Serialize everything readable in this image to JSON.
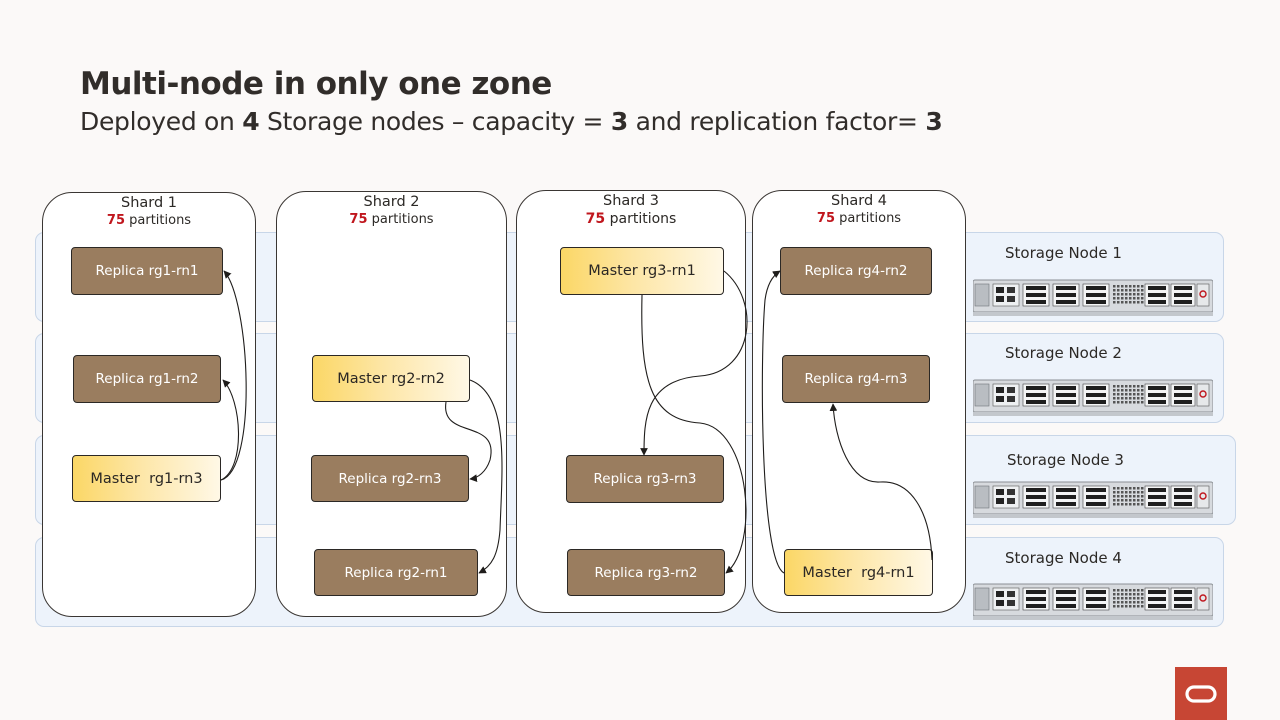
{
  "title": "Multi-node in only one zone",
  "subtitle": {
    "prefix": "Deployed on ",
    "nodes": "4",
    "mid1": " Storage nodes – capacity = ",
    "capacity": "3",
    "mid2": " and replication factor= ",
    "rf": "3"
  },
  "storage_nodes": [
    "Storage Node 1",
    "Storage Node 2",
    "Storage Node 3",
    "Storage Node 4"
  ],
  "shards": [
    {
      "name": "Shard 1",
      "partitions": "75",
      "partitions_label": " partitions"
    },
    {
      "name": "Shard 2",
      "partitions": "75",
      "partitions_label": " partitions"
    },
    {
      "name": "Shard 3",
      "partitions": "75",
      "partitions_label": " partitions"
    },
    {
      "name": "Shard 4",
      "partitions": "75",
      "partitions_label": " partitions"
    }
  ],
  "replicas": {
    "rg1_rn1": "Replica rg1-rn1",
    "rg1_rn2": "Replica rg1-rn2",
    "rg1_rn3": "Master  rg1-rn3",
    "rg2_rn2": "Master rg2-rn2",
    "rg2_rn3": "Replica rg2-rn3",
    "rg2_rn1": "Replica rg2-rn1",
    "rg3_rn1": "Master rg3-rn1",
    "rg3_rn3": "Replica rg3-rn3",
    "rg3_rn2": "Replica rg3-rn2",
    "rg4_rn2": "Replica rg4-rn2",
    "rg4_rn3": "Replica rg4-rn3",
    "rg4_rn1": "Master  rg4-rn1"
  },
  "colors": {
    "replica": "#9a7d5f",
    "master": "#fbd766",
    "node_bg": "#edf3fb",
    "partition_count": "#c0161d",
    "logo": "#c74634"
  },
  "icons": {
    "server": "rack-server-icon",
    "logo": "oracle-logo-icon"
  }
}
